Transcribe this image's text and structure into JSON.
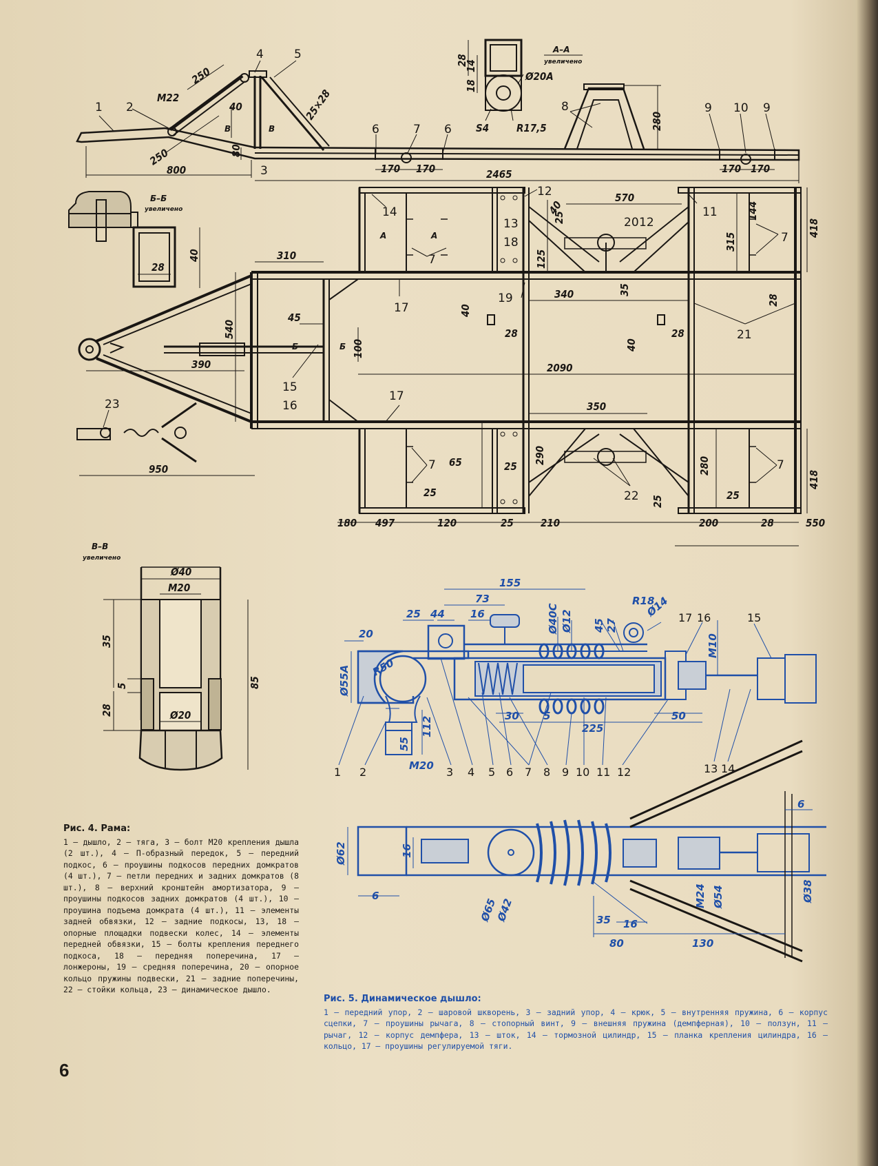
{
  "fig4": {
    "caption_title": "Рис. 4. Рама:",
    "caption_text": "1 — дышло, 2 — тяга, 3 — болт М20 крепления дышла (2 шт.), 4 — П-образный передок, 5 — передний подкос, 6 — проушины подкосов передних домкратов (4 шт.), 7 — петли передних и задних домкратов (8 шт.), 8 — верхний кронштейн амортизатора, 9 — проушины подкосов задних домкратов (4 шт.), 10 — проушина подъема домкрата (4 шт.), 11 — элементы задней обвязки, 12 — задние подкосы, 13, 18 — опорные площадки подвески колес, 14 — элементы передней обвязки, 15 — болты крепления переднего подкоса, 18 — передняя поперечина, 17 — лонжероны, 19 — средняя поперечина, 20 — опорное кольцо пружины подвески, 21 — задние поперечины, 22 — стойки кольца, 23 — динамическое дышло.",
    "side_view": {
      "callouts": [
        "1",
        "2",
        "3",
        "4",
        "5",
        "6",
        "7",
        "6",
        "8",
        "9",
        "10",
        "9"
      ],
      "dims": [
        "250",
        "M22",
        "40",
        "250",
        "80",
        "800",
        "25×28",
        "170",
        "170",
        "2465",
        "280",
        "170",
        "170",
        "B",
        "B"
      ]
    },
    "section_AA": {
      "title": "А–А",
      "subtitle": "увеличено",
      "dims": [
        "28",
        "14",
        "18",
        "Ø20А",
        "S4",
        "R17,5"
      ]
    },
    "section_BB": {
      "title": "Б–Б",
      "subtitle": "увеличено",
      "dims": [
        "28",
        "40"
      ]
    },
    "section_VV": {
      "title": "В–В",
      "subtitle": "увеличено",
      "dims": [
        "Ø40",
        "M20",
        "35",
        "5",
        "28",
        "85",
        "Ø20"
      ]
    },
    "plan_view": {
      "callouts": [
        "14",
        "13",
        "18",
        "12",
        "20",
        "12",
        "11",
        "7",
        "7",
        "17",
        "19",
        "21",
        "15",
        "16",
        "17",
        "23",
        "7",
        "22",
        "7",
        "А",
        "А",
        "Б",
        "Б"
      ],
      "dims": [
        "310",
        "540",
        "45",
        "100",
        "390",
        "950",
        "40",
        "25",
        "125",
        "570",
        "315",
        "144",
        "418",
        "35",
        "340",
        "40",
        "28",
        "40",
        "28",
        "28",
        "2090",
        "350",
        "65",
        "25",
        "290",
        "280",
        "418",
        "25",
        "25",
        "25",
        "180",
        "497",
        "120",
        "25",
        "210",
        "200",
        "28",
        "550"
      ]
    }
  },
  "fig5": {
    "caption_title": "Рис. 5. Динамическое дышло:",
    "caption_text": "1 — передний упор, 2 — шаровой шкворень, 3 — задний упор, 4 — крюк, 5 — внутренняя пружина, 6 — корпус сцепки, 7 — проушины рычага, 8 — стопорный винт, 9 — внешняя пружина (демпферная), 10 — ползун, 11 — рычаг, 12 — корпус демпфера, 13 — шток, 14 — тормозной цилиндр, 15 — планка крепления цилиндра, 16 — кольцо, 17 — проушины регулируемой тяги.",
    "section": {
      "callouts": [
        "1",
        "2",
        "3",
        "4",
        "5",
        "6",
        "7",
        "8",
        "9",
        "10",
        "11",
        "12",
        "13",
        "14",
        "15",
        "17",
        "16"
      ],
      "dims": [
        "155",
        "73",
        "25",
        "44",
        "16",
        "Ø40С",
        "Ø12",
        "45",
        "27",
        "R18",
        "Ø14",
        "20",
        "Ø55А",
        "R50",
        "M10",
        "30",
        "5",
        "225",
        "50",
        "55",
        "112",
        "M20"
      ]
    },
    "plan": {
      "dims": [
        "Ø62",
        "16",
        "6",
        "Ø65",
        "Ø42",
        "M24",
        "Ø54",
        "Ø38",
        "6",
        "35",
        "16",
        "80",
        "130"
      ]
    }
  },
  "page_number": "6",
  "colors": {
    "paper": "#e8dcc0",
    "ink": "#1a1714",
    "blue_ink": "#1f4fa8"
  }
}
